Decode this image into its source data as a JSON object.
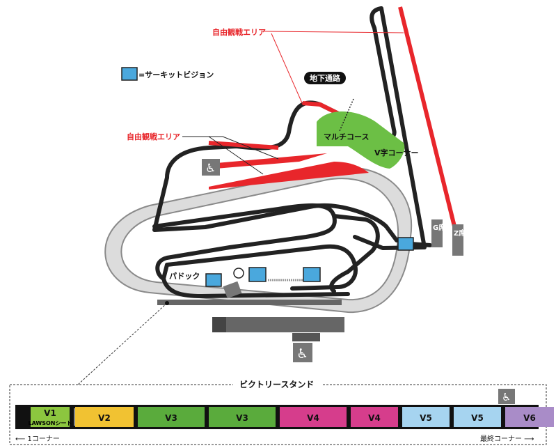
{
  "legend": {
    "vision_text": "=サーキットビジョン"
  },
  "labels": {
    "free_area_1": "自由観戦エリア",
    "free_area_2": "自由観戦エリア",
    "underpass": "地下通路",
    "multi_course": "マルチコース",
    "v_corner": "V字コーナー",
    "paddock": "パドック",
    "g_seat": "G席",
    "z_seat": "Z席"
  },
  "stand": {
    "title": "ビクトリースタンド",
    "seats": [
      {
        "id": "v1",
        "label": "V1",
        "sub": "LAWSONシート",
        "color": "#8cc63f"
      },
      {
        "id": "v2",
        "label": "V2",
        "color": "#f1c232"
      },
      {
        "id": "v3a",
        "label": "V3",
        "color": "#5aab3c"
      },
      {
        "id": "v3b",
        "label": "V3",
        "color": "#5aab3c"
      },
      {
        "id": "v4a",
        "label": "V4",
        "color": "#d63d8c"
      },
      {
        "id": "v4b",
        "label": "V4",
        "color": "#d63d8c"
      },
      {
        "id": "v5a",
        "label": "V5",
        "color": "#a6d4f0"
      },
      {
        "id": "v5b",
        "label": "V5",
        "color": "#a6d4f0"
      },
      {
        "id": "v6",
        "label": "V6",
        "color": "#a98cc8"
      }
    ],
    "left_note": "⟵ 1コーナー",
    "right_note": "最終コーナー ⟶"
  },
  "colors": {
    "track": "#222222",
    "free_area": "#e8262b",
    "oval_fill": "#d9d9d9",
    "multi_course": "#6cbf45"
  },
  "icons": [
    "circuit-vision-icon",
    "wheelchair-icon",
    "checkered-flag-icon",
    "lap-counter-icon"
  ]
}
